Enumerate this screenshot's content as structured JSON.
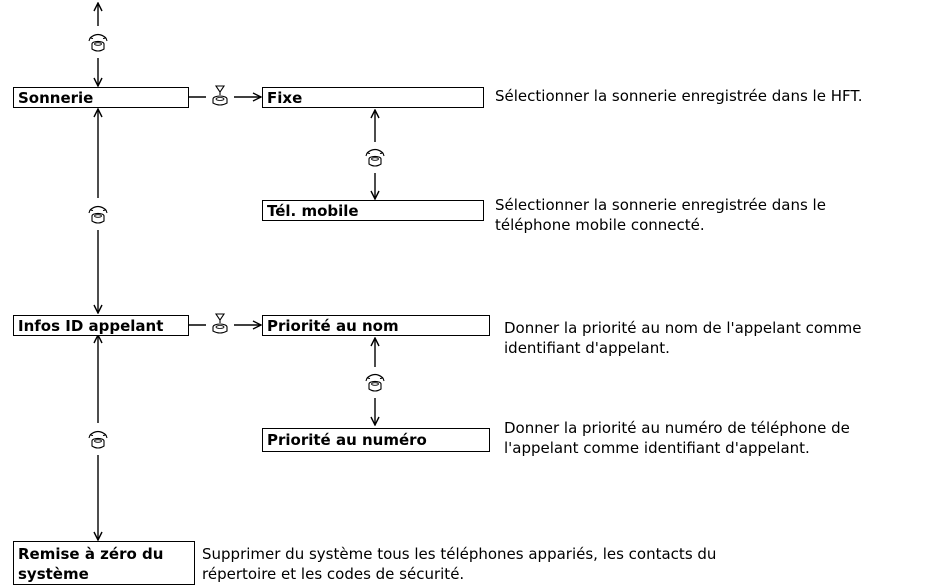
{
  "menu": {
    "sonnerie": {
      "label": "Sonnerie",
      "options": [
        {
          "label": "Fixe",
          "description": [
            "Sélectionner la sonnerie enregistrée dans le HFT."
          ]
        },
        {
          "label": "Tél. mobile",
          "description": [
            "Sélectionner la sonnerie enregistrée dans le",
            "téléphone mobile connecté."
          ]
        }
      ]
    },
    "infos_id": {
      "label": "Infos ID appelant",
      "options": [
        {
          "label": "Priorité au nom",
          "description": [
            "Donner la priorité au nom de l'appelant comme",
            "identifiant d'appelant."
          ]
        },
        {
          "label": "Priorité au numéro",
          "description": [
            "Donner la priorité au numéro de téléphone de",
            "l'appelant comme identifiant d'appelant."
          ]
        }
      ]
    },
    "remise": {
      "label": [
        "Remise à zéro du",
        "système"
      ],
      "description": [
        "Supprimer du système tous les téléphones appariés, les contacts du",
        "répertoire et les codes de sécurité."
      ]
    }
  },
  "icons": {
    "rotate": "selector-knob-rotate-icon",
    "press": "selector-knob-press-icon"
  }
}
